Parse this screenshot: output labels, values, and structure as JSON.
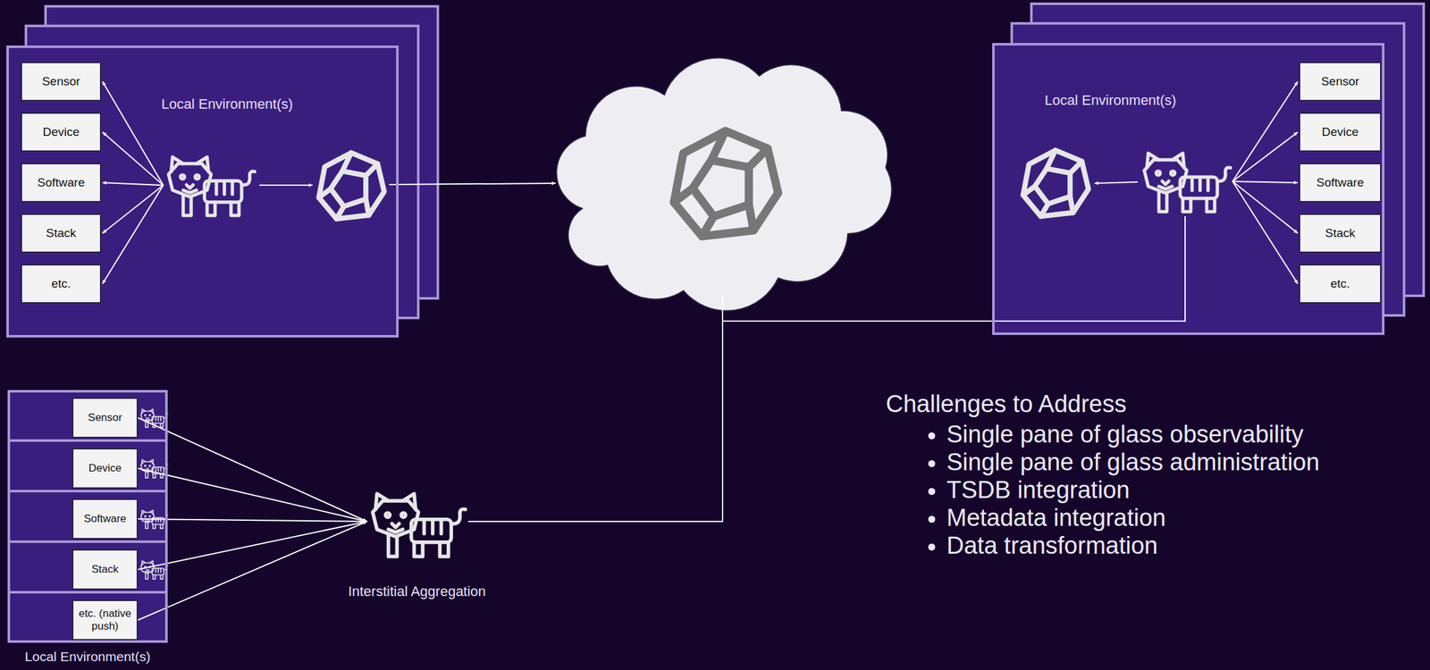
{
  "diagram": {
    "nodes": [
      {
        "text": [
          "Local Environment(s)"
        ]
      },
      {
        "text": [
          "Sensor"
        ],
        "in": 0
      },
      {
        "text": [
          "Device"
        ],
        "in": 0
      },
      {
        "text": [
          "Software"
        ],
        "in": 0
      },
      {
        "text": [
          "Stack"
        ],
        "in": 0
      },
      {
        "text": [
          "etc."
        ],
        "in": 0
      },
      {
        "text": [
          "Local Environment(s)"
        ]
      },
      {
        "text": [
          "Sensor"
        ],
        "in": 6
      },
      {
        "text": [
          "Device"
        ],
        "in": 6
      },
      {
        "text": [
          "Software"
        ],
        "in": 6
      },
      {
        "text": [
          "Stack"
        ],
        "in": 6
      },
      {
        "text": [
          "etc."
        ],
        "in": 6
      },
      {
        "text": [
          "Local Environment(s)"
        ]
      },
      {
        "text": [
          "Sensor"
        ],
        "in": 12
      },
      {
        "text": [
          "Device"
        ],
        "in": 12
      },
      {
        "text": [
          "Software"
        ],
        "in": 12
      },
      {
        "text": [
          "Stack"
        ],
        "in": 12
      },
      {
        "text": [
          "etc. (native push)"
        ],
        "in": 12
      },
      {
        "text": [
          "Interstitial Aggregation"
        ]
      }
    ],
    "edges": [
      {
        "from": 13,
        "to": 18,
        "arrow": "to"
      },
      {
        "from": 14,
        "to": 18,
        "arrow": "to"
      },
      {
        "from": 15,
        "to": 18,
        "arrow": "to"
      },
      {
        "from": 16,
        "to": 18,
        "arrow": "to"
      },
      {
        "from": 17,
        "to": 18,
        "arrow": "to"
      }
    ],
    "labels": [
      "Challenges to Address",
      "Single pane of glass observability",
      "Single pane of glass administration",
      "TSDB integration",
      "Metadata integration",
      "Data transformation"
    ]
  }
}
